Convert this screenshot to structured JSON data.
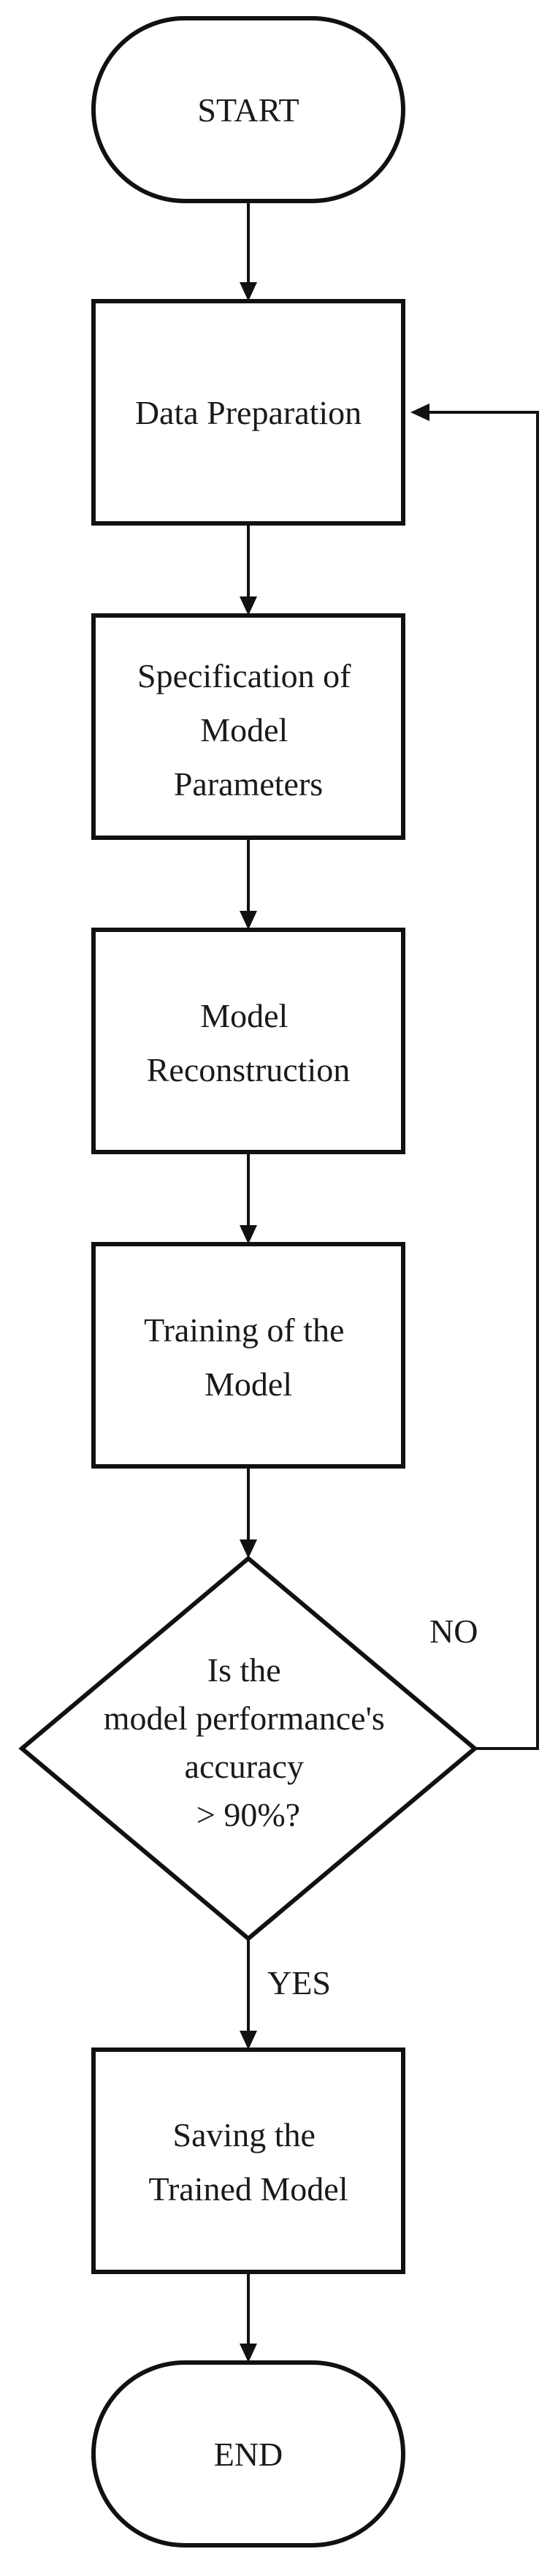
{
  "diagram": {
    "nodes": {
      "start": {
        "lines": [
          "START"
        ]
      },
      "data_preparation": {
        "lines": [
          "Data Preparation"
        ]
      },
      "specification": {
        "lines": [
          "Specification of",
          "Model",
          "Parameters"
        ]
      },
      "reconstruction": {
        "lines": [
          "Model",
          "Reconstruction"
        ]
      },
      "training": {
        "lines": [
          "Training of the",
          "Model"
        ]
      },
      "decision": {
        "lines": [
          "Is the",
          "model performance's",
          "accuracy",
          "> 90%?"
        ]
      },
      "saving": {
        "lines": [
          "Saving the",
          "Trained Model"
        ]
      },
      "end": {
        "lines": [
          "END"
        ]
      }
    },
    "edges": {
      "no_label": "NO",
      "yes_label": "YES"
    }
  }
}
